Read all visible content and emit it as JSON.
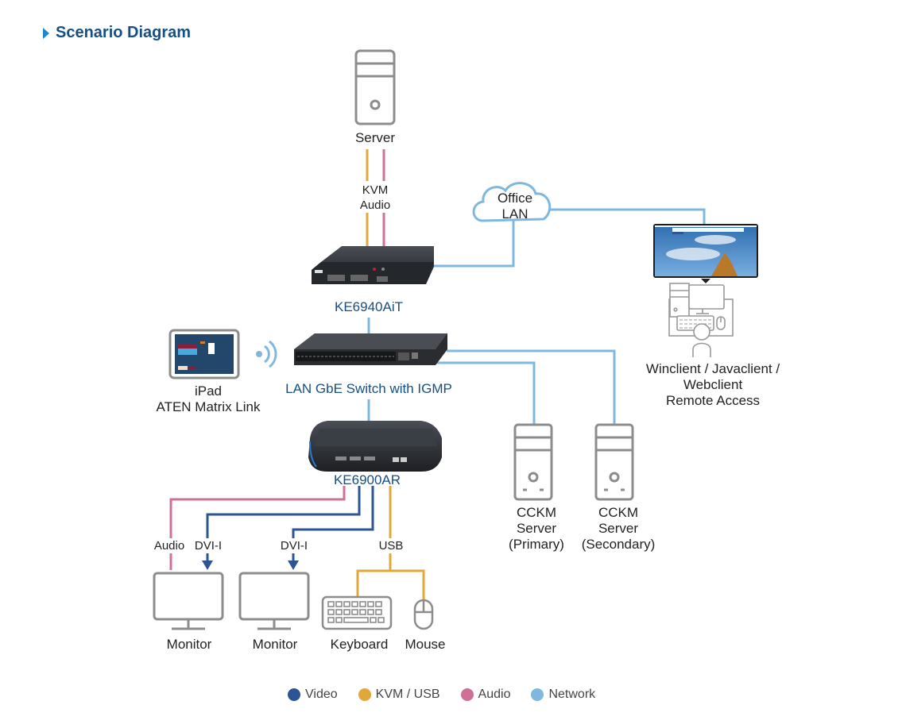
{
  "title": "Scenario Diagram",
  "colors": {
    "video": "#2d5596",
    "kvm_usb": "#e0a83a",
    "audio": "#cf7098",
    "network": "#7fb8de",
    "device_outline": "#8c8c8c",
    "title": "#164f86"
  },
  "nodes": {
    "server": {
      "label": "Server"
    },
    "server_link": {
      "line1": "KVM",
      "line2": "Audio"
    },
    "office_lan": {
      "line1": "Office",
      "line2": "LAN"
    },
    "transmitter": {
      "label": "KE6940AiT"
    },
    "switch": {
      "label": "LAN GbE Switch with IGMP"
    },
    "ipad": {
      "line1": "iPad",
      "line2": "ATEN Matrix Link"
    },
    "receiver": {
      "label": "KE6900AR"
    },
    "remote": {
      "line1": "Winclient / Javaclient /",
      "line2": "Webclient",
      "line3": "Remote Access"
    },
    "cckm_primary": {
      "line1": "CCKM",
      "line2": "Server",
      "line3": "(Primary)"
    },
    "cckm_secondary": {
      "line1": "CCKM",
      "line2": "Server",
      "line3": "(Secondary)"
    },
    "monitor1": {
      "label": "Monitor"
    },
    "monitor2": {
      "label": "Monitor"
    },
    "keyboard": {
      "label": "Keyboard"
    },
    "mouse": {
      "label": "Mouse"
    }
  },
  "connection_labels": {
    "audio": "Audio",
    "dvi1": "DVI-I",
    "dvi2": "DVI-I",
    "usb": "USB"
  },
  "legend": [
    {
      "label": "Video",
      "color": "#2d5596"
    },
    {
      "label": "KVM / USB",
      "color": "#e0a83a"
    },
    {
      "label": "Audio",
      "color": "#cf7098"
    },
    {
      "label": "Network",
      "color": "#7fb8de"
    }
  ]
}
